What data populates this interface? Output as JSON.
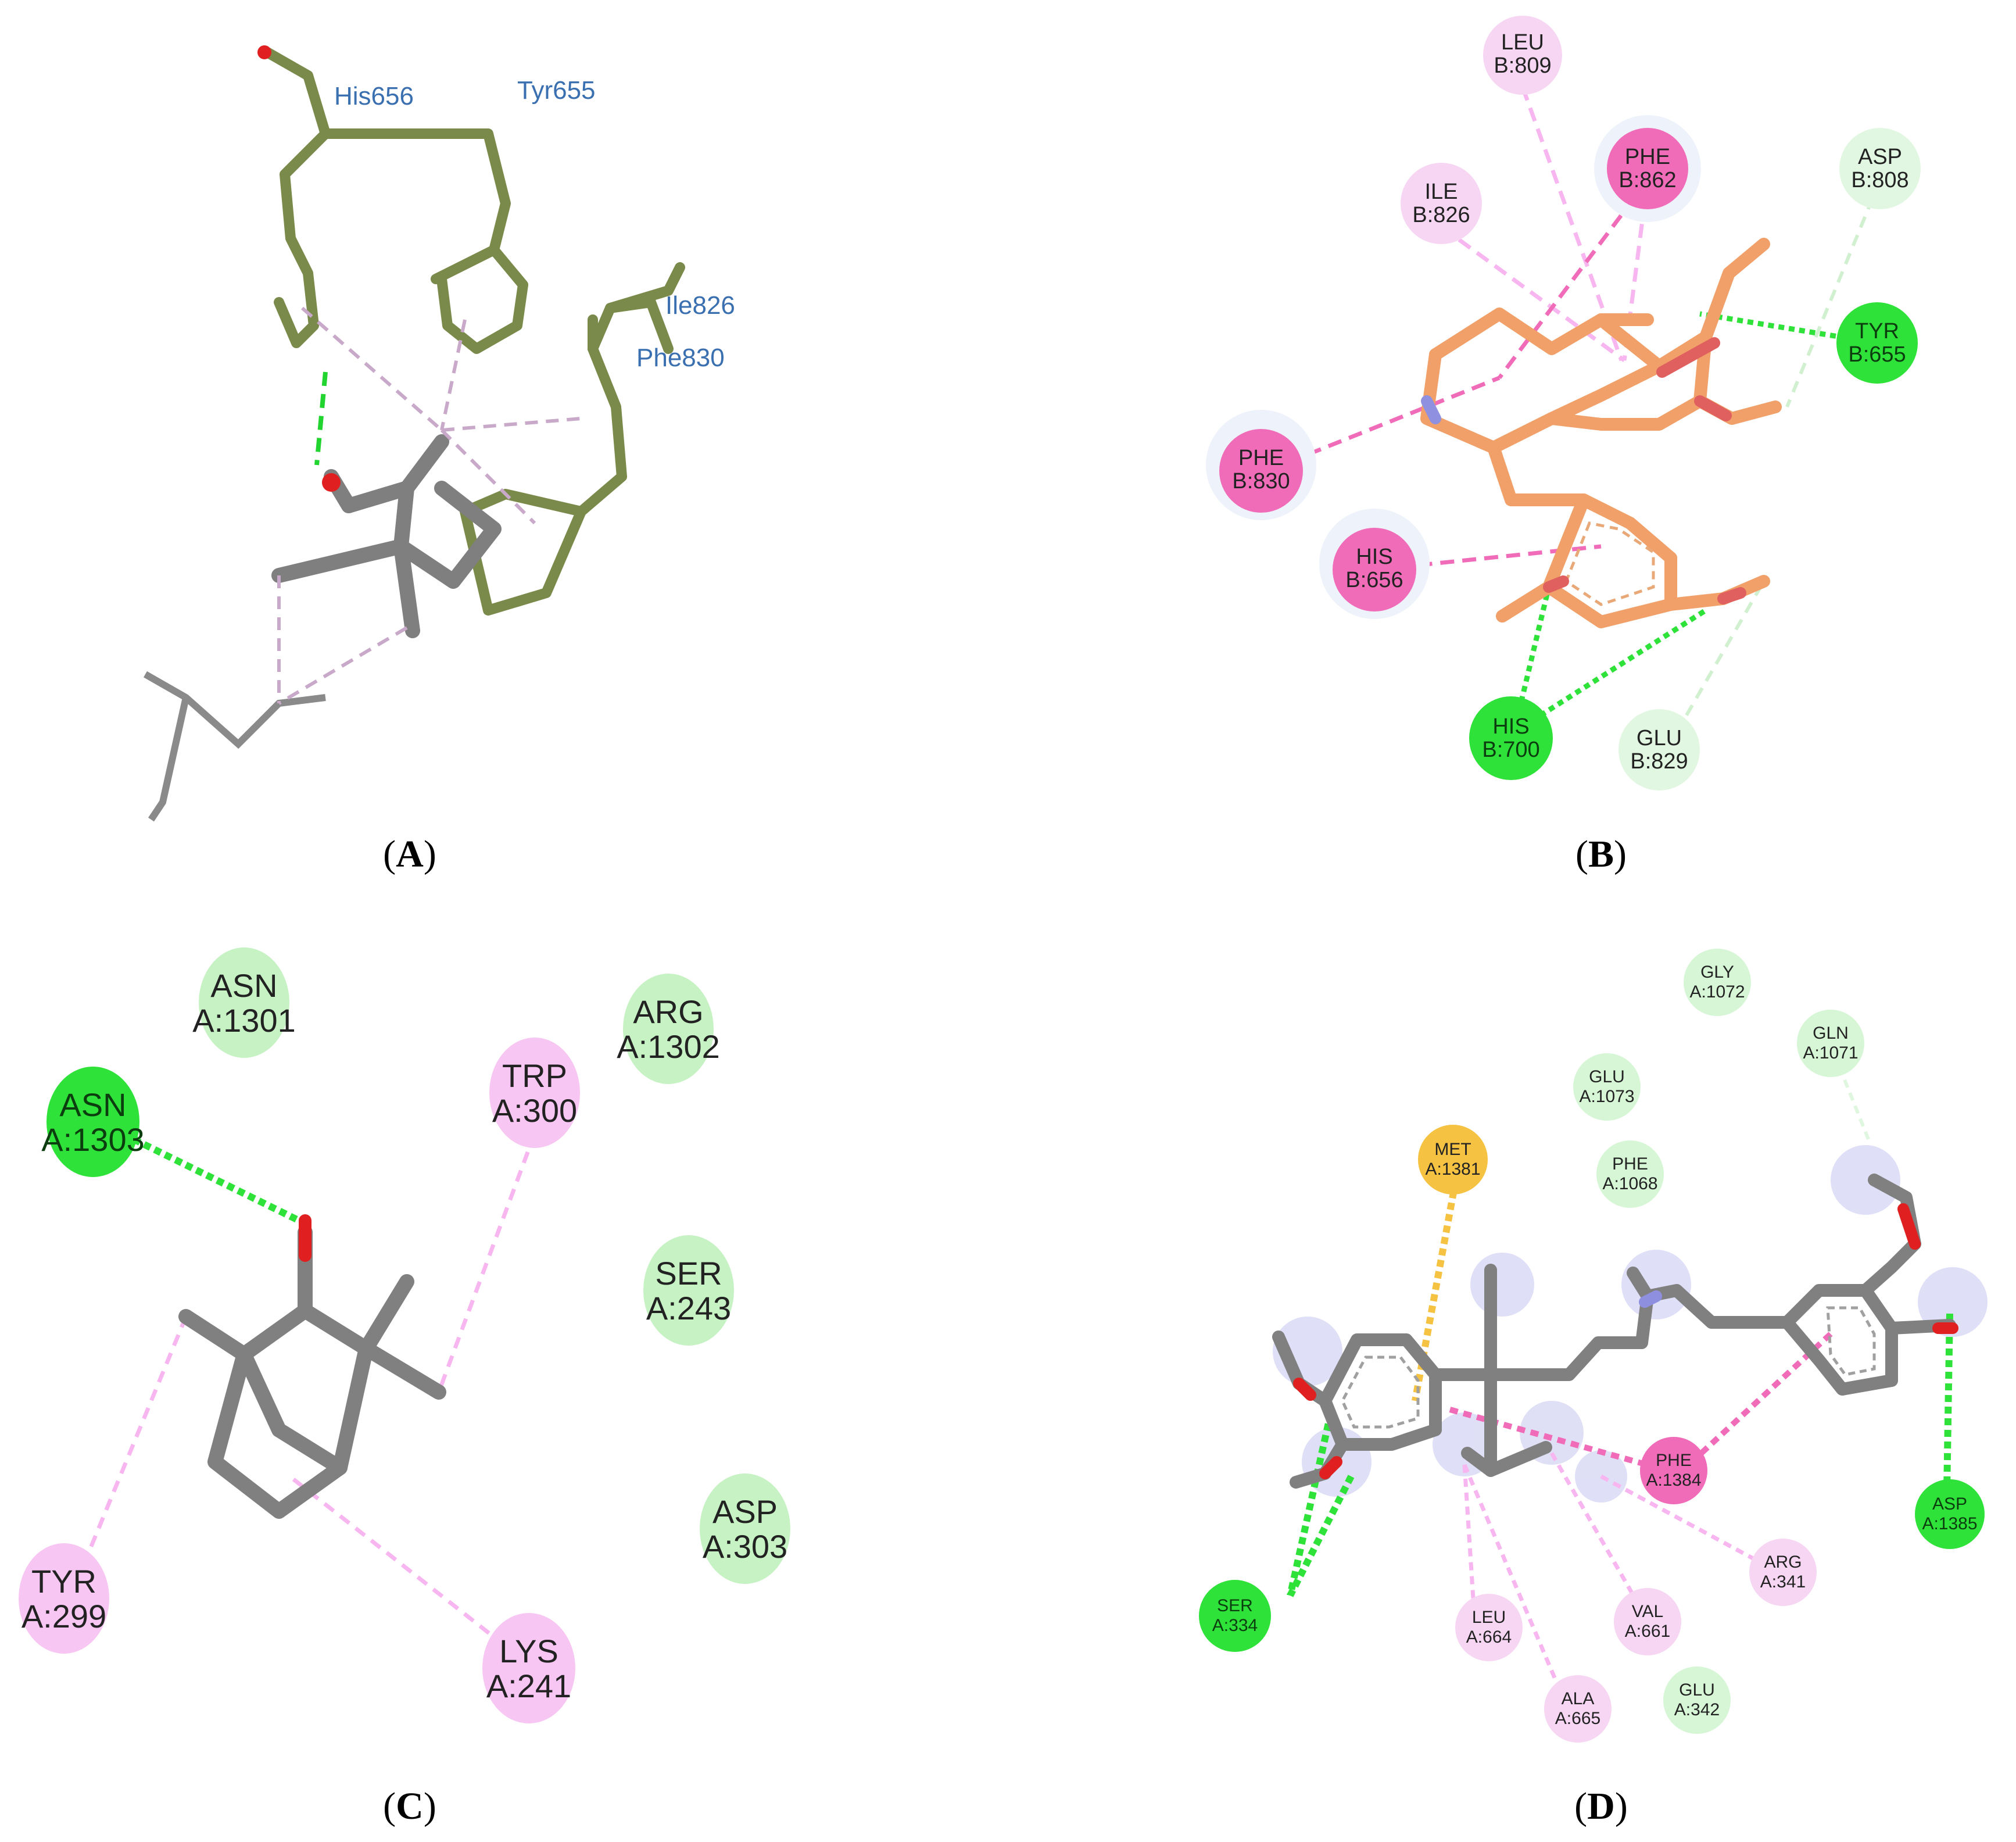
{
  "panels": [
    {
      "id": "A",
      "caption": {
        "open": "(",
        "letter": "A",
        "close": ")"
      },
      "residue_labels": [
        "His656",
        "Tyr655",
        "Ile826",
        "Phe830"
      ]
    },
    {
      "id": "B",
      "caption": {
        "open": "(",
        "letter": "B",
        "close": ")"
      },
      "residues": [
        {
          "name": "LEU",
          "id": "B:809",
          "kind": "pi-alkyl"
        },
        {
          "name": "PHE",
          "id": "B:862",
          "kind": "pi-pi"
        },
        {
          "name": "ILE",
          "id": "B:826",
          "kind": "pi-alkyl"
        },
        {
          "name": "ASP",
          "id": "B:808",
          "kind": "carbon-hbond"
        },
        {
          "name": "TYR",
          "id": "B:655",
          "kind": "hbond"
        },
        {
          "name": "PHE",
          "id": "B:830",
          "kind": "pi-pi"
        },
        {
          "name": "HIS",
          "id": "B:656",
          "kind": "pi-pi"
        },
        {
          "name": "HIS",
          "id": "B:700",
          "kind": "hbond"
        },
        {
          "name": "GLU",
          "id": "B:829",
          "kind": "carbon-hbond"
        }
      ]
    },
    {
      "id": "C",
      "caption": {
        "open": "(",
        "letter": "C",
        "close": ")"
      },
      "residues": [
        {
          "name": "ASN",
          "id": "A:1301",
          "kind": "vdw"
        },
        {
          "name": "ARG",
          "id": "A:1302",
          "kind": "vdw"
        },
        {
          "name": "ASN",
          "id": "A:1303",
          "kind": "hbond"
        },
        {
          "name": "TRP",
          "id": "A:300",
          "kind": "pi-alkyl"
        },
        {
          "name": "SER",
          "id": "A:243",
          "kind": "vdw"
        },
        {
          "name": "ASP",
          "id": "A:303",
          "kind": "vdw"
        },
        {
          "name": "TYR",
          "id": "A:299",
          "kind": "pi-alkyl"
        },
        {
          "name": "LYS",
          "id": "A:241",
          "kind": "pi-alkyl"
        }
      ]
    },
    {
      "id": "D",
      "caption": {
        "open": "(",
        "letter": "D",
        "close": ")"
      },
      "residues": [
        {
          "name": "GLY",
          "id": "A:1072",
          "kind": "vdw"
        },
        {
          "name": "GLN",
          "id": "A:1071",
          "kind": "vdw"
        },
        {
          "name": "GLU",
          "id": "A:1073",
          "kind": "vdw"
        },
        {
          "name": "MET",
          "id": "A:1381",
          "kind": "pi-sulfur"
        },
        {
          "name": "PHE",
          "id": "A:1068",
          "kind": "vdw"
        },
        {
          "name": "PHE",
          "id": "A:1384",
          "kind": "pi-pi"
        },
        {
          "name": "ASP",
          "id": "A:1385",
          "kind": "hbond"
        },
        {
          "name": "SER",
          "id": "A:334",
          "kind": "hbond"
        },
        {
          "name": "ARG",
          "id": "A:341",
          "kind": "pi-alkyl"
        },
        {
          "name": "VAL",
          "id": "A:661",
          "kind": "pi-alkyl"
        },
        {
          "name": "LEU",
          "id": "A:664",
          "kind": "pi-alkyl"
        },
        {
          "name": "ALA",
          "id": "A:665",
          "kind": "pi-alkyl"
        },
        {
          "name": "GLU",
          "id": "A:342",
          "kind": "vdw"
        }
      ]
    }
  ],
  "colors": {
    "hbond": "#2fe23a",
    "hbond_text": "#0b3d0e",
    "vdw": "#c6f2c4",
    "carbon_hbond": "#d8f6d8",
    "pi_alkyl": "#f7c6f2",
    "pi_pi": "#f06bb8",
    "pi_sulfur": "#f5c242",
    "ligand_A": "#7f7f7f",
    "protein_A": "#7a8a4a",
    "ligand_B": "#f0a068",
    "ligand_CD": "#808080",
    "label_A": "#3a6fb0"
  }
}
